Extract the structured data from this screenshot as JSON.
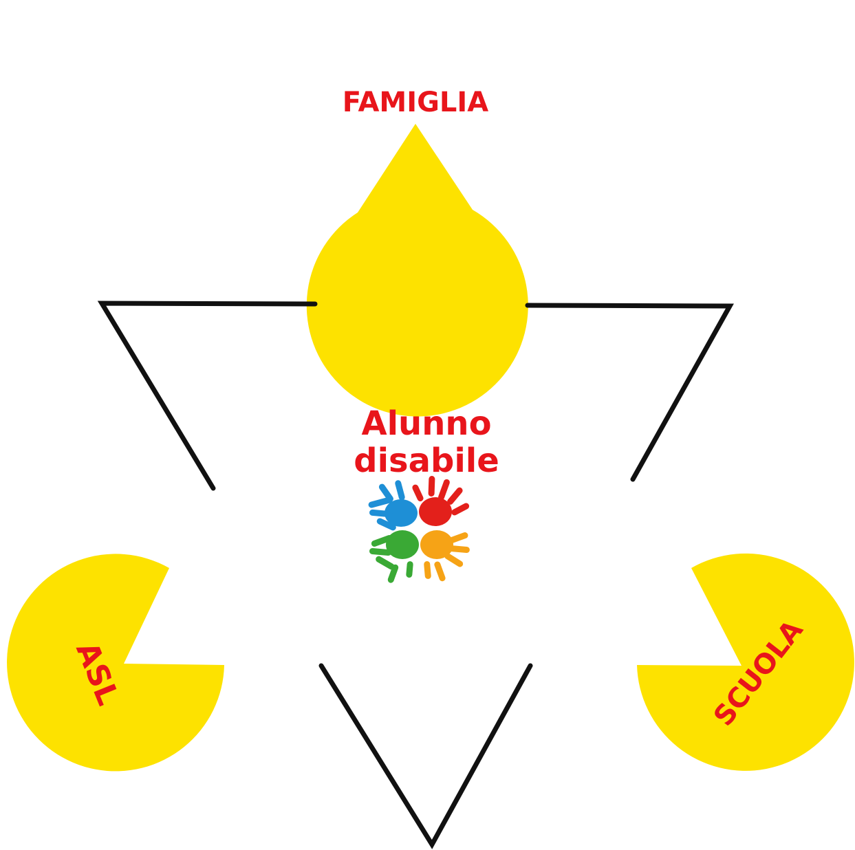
{
  "diagram": {
    "nodes": {
      "top": {
        "label": "FAMIGLIA"
      },
      "left": {
        "label": "ASL"
      },
      "right": {
        "label": "SCUOLA"
      }
    },
    "center": {
      "line1": "Alunno",
      "line2": "disabile",
      "logo_icon": "four-colored-hands-icon"
    },
    "colors": {
      "pacman_fill": "#fde200",
      "label_text": "#e8151b",
      "lines": "#111111",
      "hand_blue": "#1e8fd6",
      "hand_red": "#e3201b",
      "hand_green": "#3aa935",
      "hand_orange": "#f6a316"
    }
  }
}
